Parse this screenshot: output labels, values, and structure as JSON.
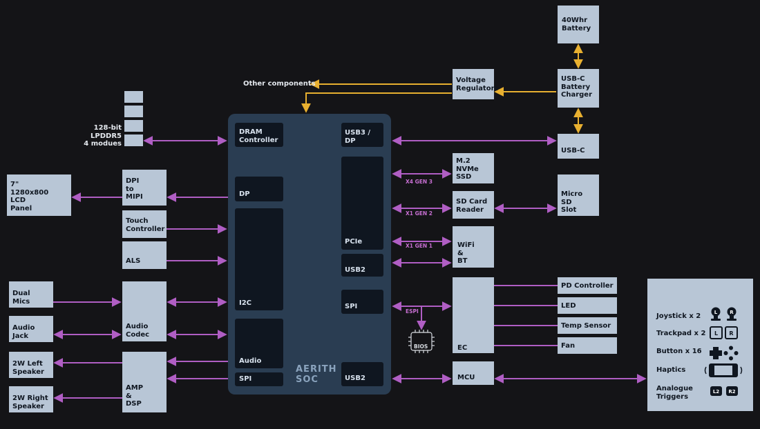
{
  "colors": {
    "background": "#141417",
    "block": "#b8c6d6",
    "soc_body": "#2a3d52",
    "soc_inner": "#0f1620",
    "power_line": "#e8b030",
    "data_line": "#b05ec4"
  },
  "blocks": {
    "battery": "40Whr\nBattery",
    "usbc_charger": "USB-C\nBattery\nCharger",
    "voltage_regulators": "Voltage\nRegulators",
    "other_components": "Other components",
    "memory": "128-bit\nLPDDR5\n4 modues",
    "usbc": "USB-C",
    "lcd_panel": "7\"\n1280x800\nLCD\nPanel",
    "dpi_to_mipi": "DPI\nto\nMIPI",
    "touch_controller": "Touch\nController",
    "als": "ALS",
    "dual_mics": "Dual\nMics",
    "audio_jack": "Audio\nJack",
    "audio_codec": "Audio\nCodec",
    "left_speaker": "2W Left\nSpeaker",
    "right_speaker": "2W Right\nSpeaker",
    "amp_dsp": "AMP\n&\nDSP",
    "nvme_ssd": "M.2\nNVMe\nSSD",
    "sd_card_reader": "SD Card\nReader",
    "micro_sd_slot": "Micro\nSD\nSlot",
    "wifi_bt": "WiFi\n&\nBT",
    "ec": "EC",
    "pd_controller": "PD Controller",
    "led": "LED",
    "temp_sensor": "Temp Sensor",
    "fan": "Fan",
    "mcu": "MCU",
    "bios": "BIOS"
  },
  "soc": {
    "name": "AERITH\nSOC",
    "dram_controller": "DRAM\nController",
    "dp": "DP",
    "i2c": "I2C",
    "audio": "Audio",
    "spi_left": "SPI",
    "usb3_dp": "USB3 /\nDP",
    "pcie": "PCIe",
    "usb2_top": "USB2",
    "spi_right": "SPI",
    "usb2_bottom": "USB2"
  },
  "bus_labels": {
    "x4_gen3": "X4 GEN 3",
    "x1_gen2_sd": "X1 GEN 2",
    "x1_gen1_wifi": "X1 GEN 1",
    "espi": "ESPI"
  },
  "controls": {
    "joystick": "Joystick x 2",
    "trackpad": "Trackpad x 2",
    "button": "Button x 16",
    "haptics": "Haptics",
    "triggers": "Analogue\nTriggers",
    "joystick_glyphs": [
      "L",
      "R"
    ],
    "trackpad_glyphs": [
      "L",
      "R"
    ],
    "trigger_glyphs": [
      "L2",
      "R2"
    ]
  }
}
